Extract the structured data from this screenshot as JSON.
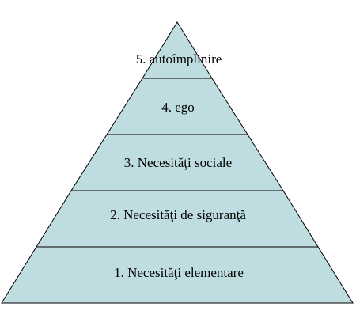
{
  "diagram": {
    "type": "pyramid",
    "fill_color": "#bfdde0",
    "stroke_color": "#000000",
    "levels": [
      {
        "rank": 5,
        "label": "5. autoîmplinire"
      },
      {
        "rank": 4,
        "label": "4. ego"
      },
      {
        "rank": 3,
        "label": "3. Necesităţi sociale"
      },
      {
        "rank": 2,
        "label": "2. Necesităţi de siguranţă"
      },
      {
        "rank": 1,
        "label": "1. Necesităţi elementare"
      }
    ]
  }
}
